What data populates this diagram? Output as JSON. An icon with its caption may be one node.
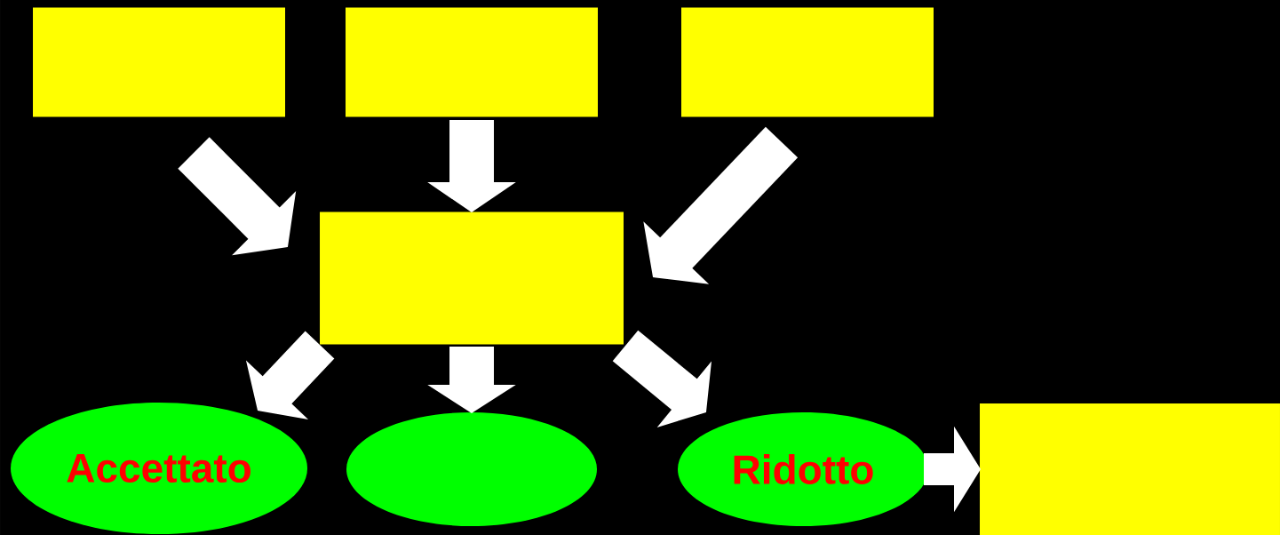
{
  "diagram": {
    "nodes": [
      {
        "text": [],
        "shape": "box"
      },
      {
        "text": [],
        "shape": "box"
      },
      {
        "text": [],
        "shape": "box"
      },
      {
        "text": [],
        "shape": "box"
      },
      {
        "text": [
          "Accettato"
        ]
      },
      {
        "text": [],
        "shape": "ellipse"
      },
      {
        "text": [
          "Ridotto"
        ]
      },
      {
        "text": [],
        "shape": "box"
      }
    ],
    "edges": [
      {
        "from": 0,
        "to": 3,
        "arrow": "to"
      },
      {
        "from": 1,
        "to": 3,
        "arrow": "to"
      },
      {
        "from": 2,
        "to": 3,
        "arrow": "to"
      },
      {
        "from": 3,
        "to": 4,
        "arrow": "to"
      },
      {
        "from": 3,
        "to": 5,
        "arrow": "to"
      },
      {
        "from": 3,
        "to": 6,
        "arrow": "to"
      },
      {
        "from": 6,
        "to": 7,
        "arrow": "to"
      }
    ]
  }
}
